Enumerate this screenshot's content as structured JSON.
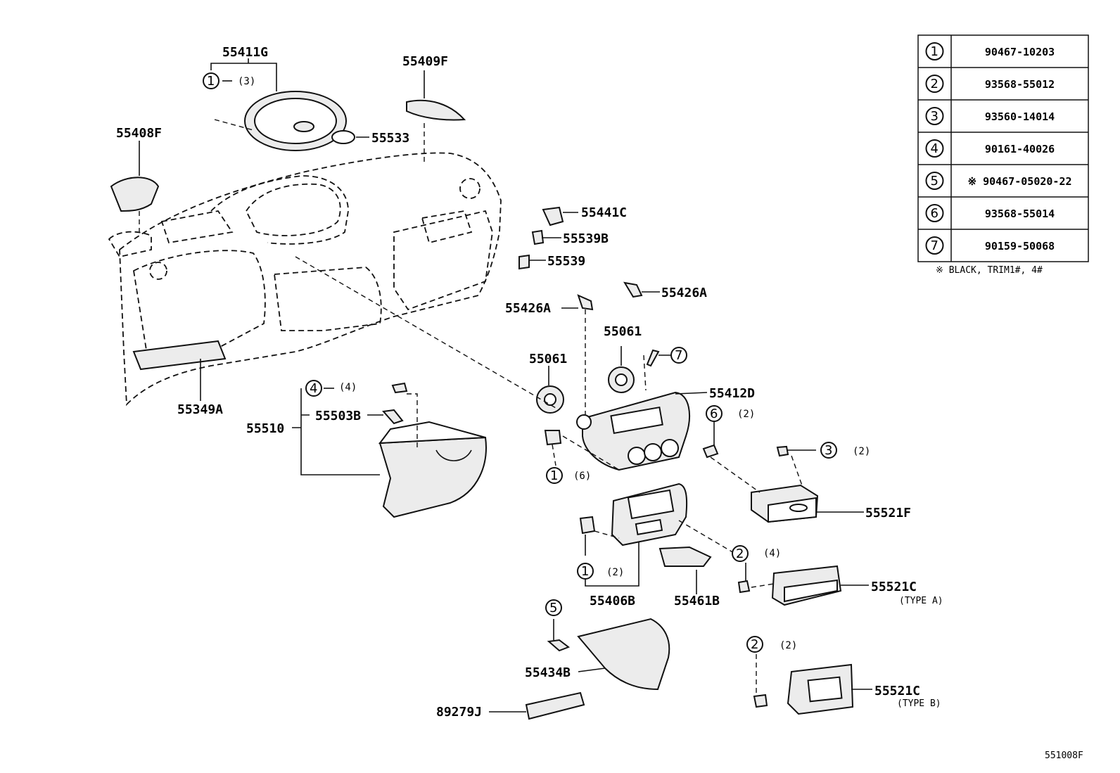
{
  "parts": {
    "p55411G": "55411G",
    "p55409F": "55409F",
    "p55408F": "55408F",
    "p55533": "55533",
    "p55441C": "55441C",
    "p55539B": "55539B",
    "p55539": "55539",
    "p55426A_r": "55426A",
    "p55426A_l": "55426A",
    "p55061_r": "55061",
    "p55061_l": "55061",
    "p55412D": "55412D",
    "p55349A": "55349A",
    "p55510": "55510",
    "p55503B": "55503B",
    "p55521F": "55521F",
    "p55521C_a": "55521C",
    "p55521C_b": "55521C",
    "p55406B": "55406B",
    "p55461B": "55461B",
    "p55434B": "55434B",
    "p89279J": "89279J"
  },
  "notes": {
    "typeA": "(TYPE  A)",
    "typeB": "(TYPE  B)",
    "diagram_id": "551008F",
    "footnote": "※  BLACK,  TRIM1#,  4#"
  },
  "callouts": {
    "c1_top": {
      "num": "1",
      "qty": "(3)"
    },
    "c4": {
      "num": "4",
      "qty": "(4)"
    },
    "c7": {
      "num": "7",
      "qty": ""
    },
    "c6": {
      "num": "6",
      "qty": "(2)"
    },
    "c3": {
      "num": "3",
      "qty": "(2)"
    },
    "c1_mid": {
      "num": "1",
      "qty": "(6)"
    },
    "c2_mid": {
      "num": "2",
      "qty": "(4)"
    },
    "c1_low": {
      "num": "1",
      "qty": "(2)"
    },
    "c5": {
      "num": "5",
      "qty": ""
    },
    "c2_low": {
      "num": "2",
      "qty": "(2)"
    }
  },
  "fastener_table": [
    {
      "num": "1",
      "part": "90467-10203"
    },
    {
      "num": "2",
      "part": "93568-55012"
    },
    {
      "num": "3",
      "part": "93560-14014"
    },
    {
      "num": "4",
      "part": "90161-40026"
    },
    {
      "num": "5",
      "part": "※ 90467-05020-22"
    },
    {
      "num": "6",
      "part": "93568-55014"
    },
    {
      "num": "7",
      "part": "90159-50068"
    }
  ]
}
